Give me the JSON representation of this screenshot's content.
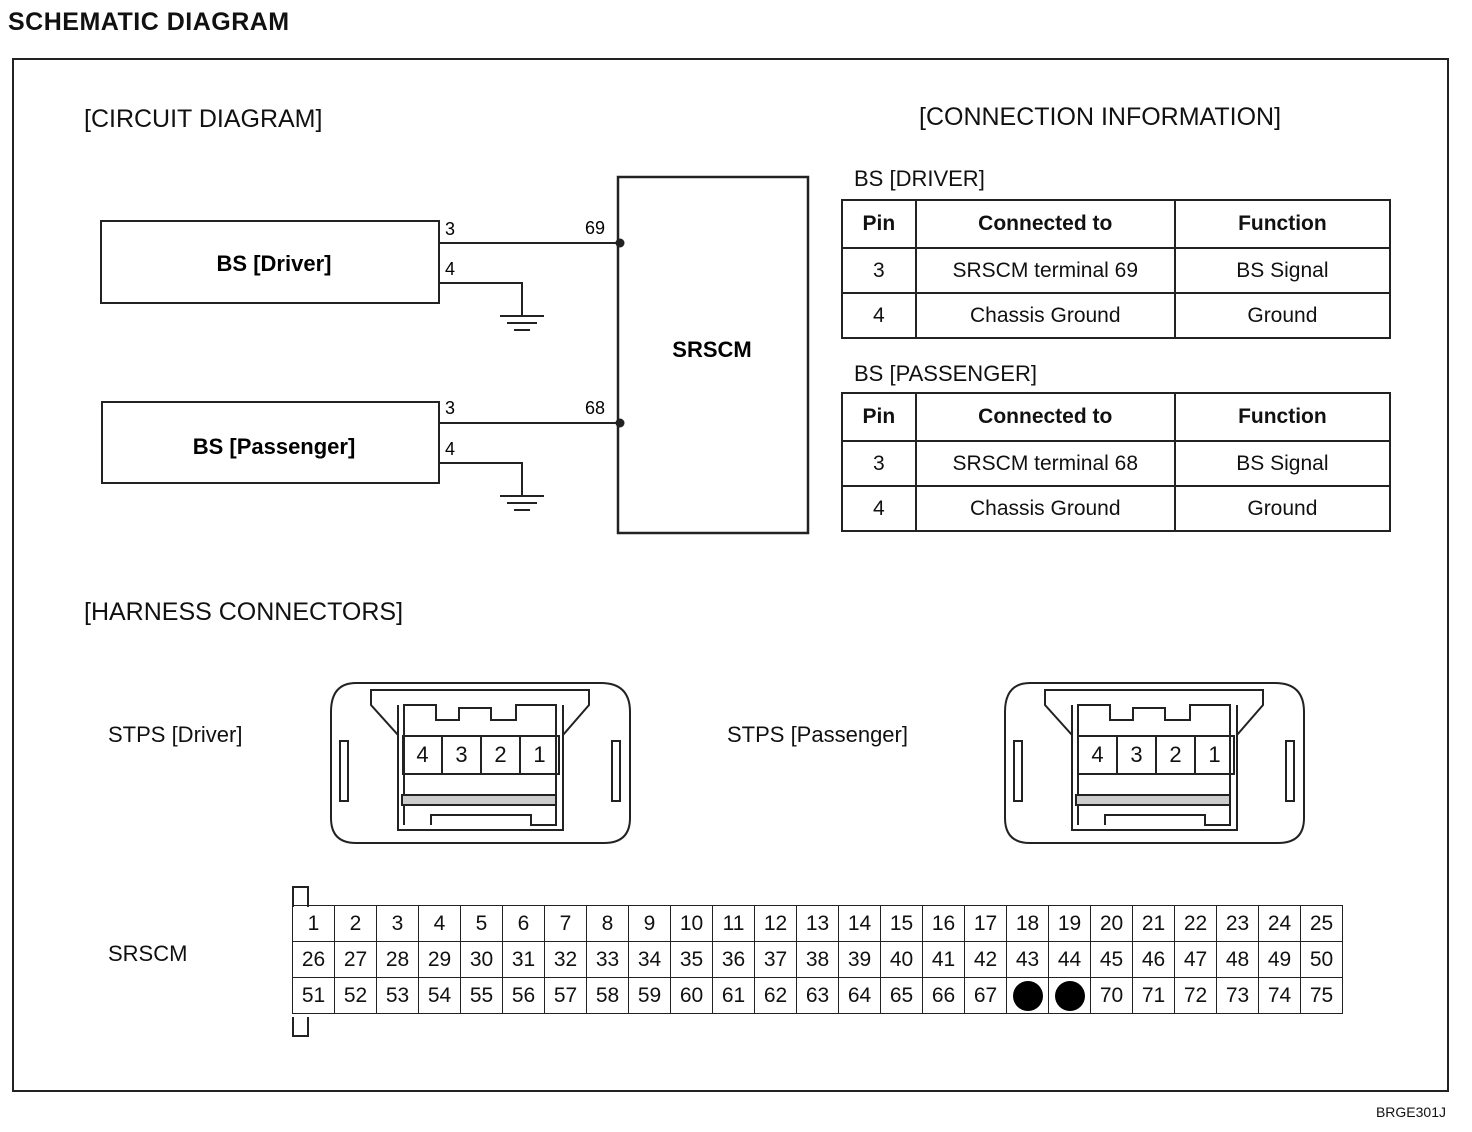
{
  "page_title": "SCHEMATIC DIAGRAM",
  "sections": {
    "circuit": "[CIRCUIT DIAGRAM]",
    "connection": "[CONNECTION INFORMATION]",
    "harness": "[HARNESS CONNECTORS]"
  },
  "circuit": {
    "driver_box": "BS [Driver]",
    "passenger_box": "BS [Passenger]",
    "module_box": "SRSCM",
    "driver_pin_signal": "3",
    "driver_pin_ground": "4",
    "passenger_pin_signal": "3",
    "passenger_pin_ground": "4",
    "module_pin_driver": "69",
    "module_pin_passenger": "68"
  },
  "tables": {
    "driver": {
      "caption": "BS [DRIVER]",
      "headers": [
        "Pin",
        "Connected to",
        "Function"
      ],
      "rows": [
        [
          "3",
          "SRSCM terminal 69",
          "BS Signal"
        ],
        [
          "4",
          "Chassis Ground",
          "Ground"
        ]
      ]
    },
    "passenger": {
      "caption": "BS [PASSENGER]",
      "headers": [
        "Pin",
        "Connected to",
        "Function"
      ],
      "rows": [
        [
          "3",
          "SRSCM terminal 68",
          "BS Signal"
        ],
        [
          "4",
          "Chassis Ground",
          "Ground"
        ]
      ]
    }
  },
  "connectors": {
    "stps_driver": {
      "label": "STPS [Driver]",
      "pins": [
        "4",
        "3",
        "2",
        "1"
      ]
    },
    "stps_passenger": {
      "label": "STPS [Passenger]",
      "pins": [
        "4",
        "3",
        "2",
        "1"
      ]
    },
    "srscm": {
      "label": "SRSCM",
      "rows": [
        [
          "1",
          "2",
          "3",
          "4",
          "5",
          "6",
          "7",
          "8",
          "9",
          "10",
          "11",
          "12",
          "13",
          "14",
          "15",
          "16",
          "17",
          "18",
          "19",
          "20",
          "21",
          "22",
          "23",
          "24",
          "25"
        ],
        [
          "26",
          "27",
          "28",
          "29",
          "30",
          "31",
          "32",
          "33",
          "34",
          "35",
          "36",
          "37",
          "38",
          "39",
          "40",
          "41",
          "42",
          "43",
          "44",
          "45",
          "46",
          "47",
          "48",
          "49",
          "50"
        ],
        [
          "51",
          "52",
          "53",
          "54",
          "55",
          "56",
          "57",
          "58",
          "59",
          "60",
          "61",
          "62",
          "63",
          "64",
          "65",
          "66",
          "67",
          "●",
          "●",
          "70",
          "71",
          "72",
          "73",
          "74",
          "75"
        ]
      ]
    }
  },
  "doc_code": "BRGE301J"
}
